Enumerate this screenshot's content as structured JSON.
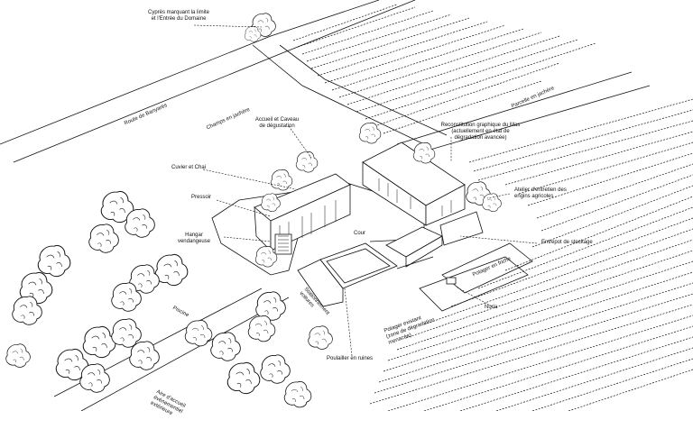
{
  "colors": {
    "ink": "#111111",
    "paper": "#ffffff"
  },
  "labels": {
    "cypres": "Cyprès marquant la limite et l'Entrée du Domaine",
    "route": "Route de Banyarès",
    "champs": "Champs en jachère",
    "parcelle": "Parcelle en jachère",
    "accueil": "Accueil et Caveau de dégustation",
    "reconstitution": "Reconstitution graphique du Mas (actuellement en état de dégradation avancée)",
    "cuvier": "Cuvier et Chai",
    "pressoir": "Pressoir",
    "hangar": "Hangar vendangeuse",
    "cour": "Cour",
    "atelier": "Atelier d'entretien des engins agricoles",
    "entrepot": "Entrepot de stockage",
    "potager_friche": "Potager en friche",
    "noria": "Noria",
    "stationnement": "Stationnement voitures",
    "potager_existant": "Potager existant (zone de dégradation menacée)",
    "poulailler": "Poulailler en ruines",
    "piscine": "Piscine",
    "aire": "Aire d'accueil événementiel extérieure"
  }
}
